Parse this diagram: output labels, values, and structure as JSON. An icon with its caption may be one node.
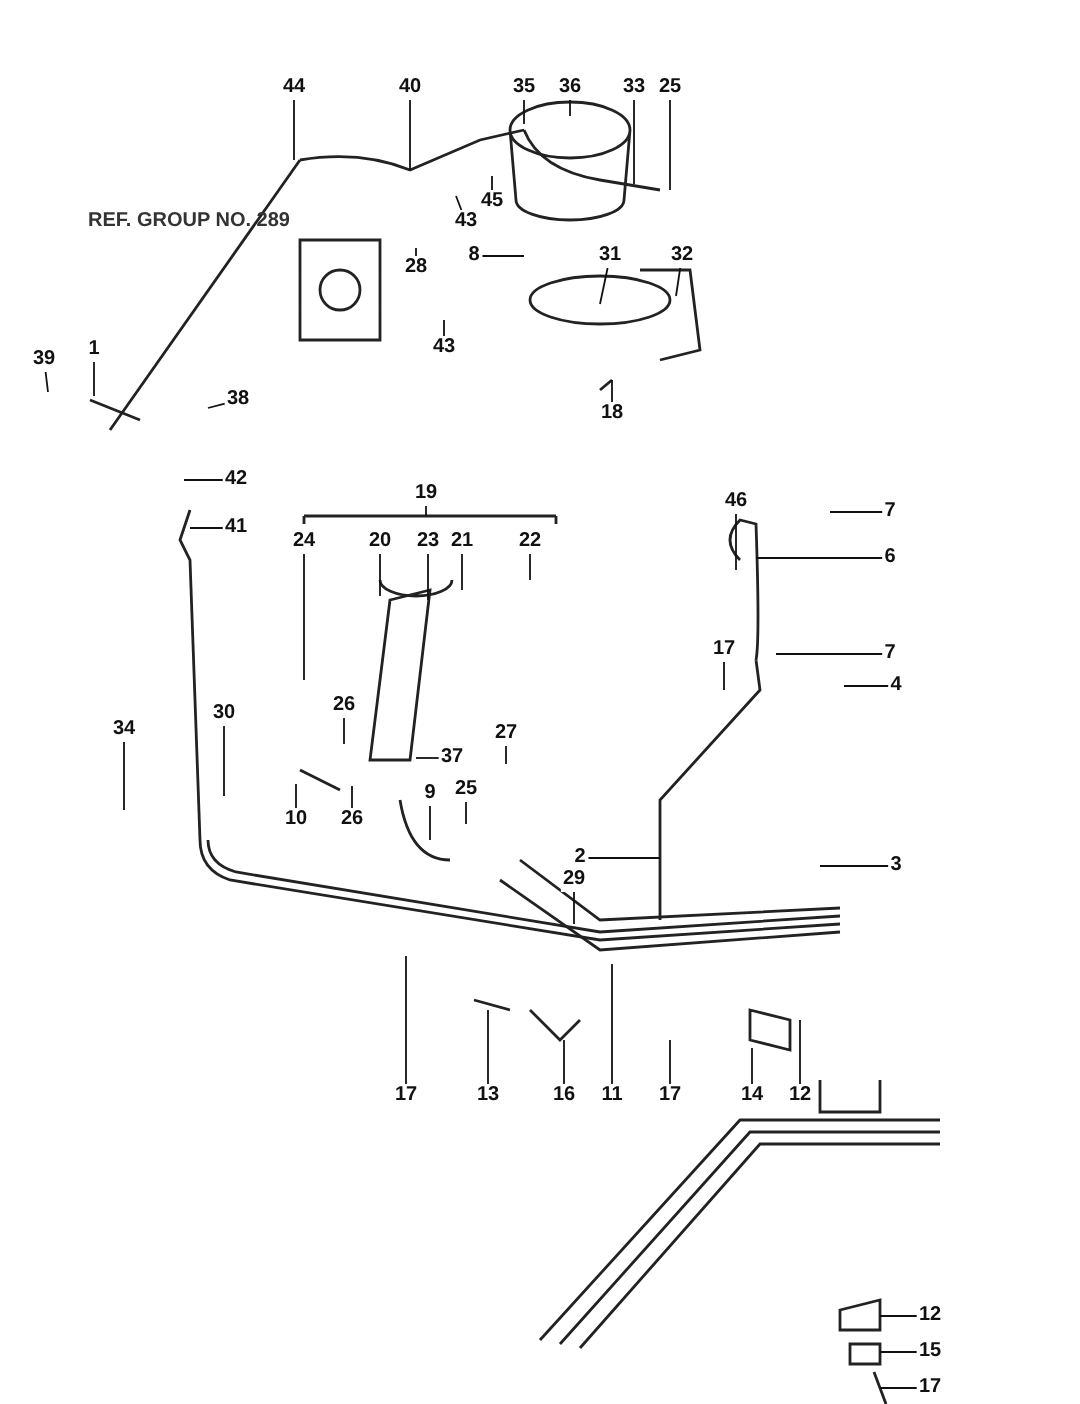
{
  "diagram": {
    "nodes": [
      {
        "text": [
          "44"
        ]
      },
      {
        "text": [
          "40"
        ]
      },
      {
        "text": [
          "35"
        ]
      },
      {
        "text": [
          "36"
        ]
      },
      {
        "text": [
          "33"
        ]
      },
      {
        "text": [
          "25"
        ]
      },
      {
        "text": [
          "45"
        ]
      },
      {
        "text": [
          "43"
        ]
      },
      {
        "text": [
          "28"
        ]
      },
      {
        "text": [
          "8"
        ]
      },
      {
        "text": [
          "31"
        ]
      },
      {
        "text": [
          "32"
        ]
      },
      {
        "text": [
          "43"
        ]
      },
      {
        "text": [
          "39"
        ]
      },
      {
        "text": [
          "1"
        ]
      },
      {
        "text": [
          "38"
        ]
      },
      {
        "text": [
          "18"
        ]
      },
      {
        "text": [
          "42"
        ]
      },
      {
        "text": [
          "19"
        ]
      },
      {
        "text": [
          "41"
        ]
      },
      {
        "text": [
          "24"
        ]
      },
      {
        "text": [
          "20"
        ]
      },
      {
        "text": [
          "23"
        ]
      },
      {
        "text": [
          "21"
        ]
      },
      {
        "text": [
          "22"
        ]
      },
      {
        "text": [
          "46"
        ]
      },
      {
        "text": [
          "7"
        ]
      },
      {
        "text": [
          "6"
        ]
      },
      {
        "text": [
          "17"
        ]
      },
      {
        "text": [
          "7"
        ]
      },
      {
        "text": [
          "4"
        ]
      },
      {
        "text": [
          "26"
        ]
      },
      {
        "text": [
          "30"
        ]
      },
      {
        "text": [
          "34"
        ]
      },
      {
        "text": [
          "27"
        ]
      },
      {
        "text": [
          "37"
        ]
      },
      {
        "text": [
          "25"
        ]
      },
      {
        "text": [
          "9"
        ]
      },
      {
        "text": [
          "10"
        ]
      },
      {
        "text": [
          "26"
        ]
      },
      {
        "text": [
          "2"
        ]
      },
      {
        "text": [
          "3"
        ]
      },
      {
        "text": [
          "29"
        ]
      },
      {
        "text": [
          "17"
        ]
      },
      {
        "text": [
          "13"
        ]
      },
      {
        "text": [
          "16"
        ]
      },
      {
        "text": [
          "11"
        ]
      },
      {
        "text": [
          "17"
        ]
      },
      {
        "text": [
          "14"
        ]
      },
      {
        "text": [
          "12"
        ]
      },
      {
        "text": [
          "12"
        ]
      },
      {
        "text": [
          "15"
        ]
      },
      {
        "text": [
          "17"
        ]
      }
    ],
    "edges": [
      {
        "from": 0,
        "to": null,
        "arrow": "none"
      },
      {
        "from": 1,
        "to": null,
        "arrow": "none"
      },
      {
        "from": 2,
        "to": null,
        "arrow": "none"
      },
      {
        "from": 3,
        "to": null,
        "arrow": "none"
      },
      {
        "from": 4,
        "to": null,
        "arrow": "none"
      },
      {
        "from": 5,
        "to": null,
        "arrow": "none"
      },
      {
        "from": 6,
        "to": null,
        "arrow": "none"
      },
      {
        "from": 7,
        "to": null,
        "arrow": "none"
      },
      {
        "from": 8,
        "to": null,
        "arrow": "none"
      },
      {
        "from": 9,
        "to": null,
        "arrow": "none"
      },
      {
        "from": 10,
        "to": null,
        "arrow": "none"
      },
      {
        "from": 11,
        "to": null,
        "arrow": "none"
      },
      {
        "from": 12,
        "to": null,
        "arrow": "none"
      },
      {
        "from": 13,
        "to": null,
        "arrow": "none"
      },
      {
        "from": 14,
        "to": null,
        "arrow": "none"
      },
      {
        "from": 15,
        "to": null,
        "arrow": "none"
      },
      {
        "from": 16,
        "to": null,
        "arrow": "none"
      },
      {
        "from": 17,
        "to": null,
        "arrow": "none"
      },
      {
        "from": 18,
        "to": null,
        "arrow": "none"
      },
      {
        "from": 19,
        "to": null,
        "arrow": "none"
      },
      {
        "from": 20,
        "to": null,
        "arrow": "none"
      },
      {
        "from": 21,
        "to": null,
        "arrow": "none"
      },
      {
        "from": 22,
        "to": null,
        "arrow": "none"
      },
      {
        "from": 23,
        "to": null,
        "arrow": "none"
      },
      {
        "from": 24,
        "to": null,
        "arrow": "none"
      },
      {
        "from": 25,
        "to": null,
        "arrow": "none"
      },
      {
        "from": 26,
        "to": null,
        "arrow": "none"
      },
      {
        "from": 27,
        "to": null,
        "arrow": "none"
      },
      {
        "from": 28,
        "to": null,
        "arrow": "none"
      },
      {
        "from": 29,
        "to": null,
        "arrow": "none"
      },
      {
        "from": 30,
        "to": null,
        "arrow": "none"
      },
      {
        "from": 31,
        "to": null,
        "arrow": "none"
      },
      {
        "from": 32,
        "to": null,
        "arrow": "none"
      },
      {
        "from": 33,
        "to": null,
        "arrow": "none"
      },
      {
        "from": 34,
        "to": null,
        "arrow": "none"
      },
      {
        "from": 35,
        "to": null,
        "arrow": "none"
      },
      {
        "from": 36,
        "to": null,
        "arrow": "none"
      },
      {
        "from": 37,
        "to": null,
        "arrow": "none"
      },
      {
        "from": 38,
        "to": null,
        "arrow": "none"
      },
      {
        "from": 39,
        "to": null,
        "arrow": "none"
      },
      {
        "from": 40,
        "to": null,
        "arrow": "none"
      },
      {
        "from": 41,
        "to": null,
        "arrow": "none"
      },
      {
        "from": 42,
        "to": null,
        "arrow": "none"
      },
      {
        "from": 43,
        "to": null,
        "arrow": "none"
      },
      {
        "from": 44,
        "to": null,
        "arrow": "none"
      },
      {
        "from": 45,
        "to": null,
        "arrow": "none"
      },
      {
        "from": 46,
        "to": null,
        "arrow": "none"
      },
      {
        "from": 47,
        "to": null,
        "arrow": "none"
      },
      {
        "from": 48,
        "to": null,
        "arrow": "none"
      },
      {
        "from": 49,
        "to": null,
        "arrow": "none"
      },
      {
        "from": 50,
        "to": null,
        "arrow": "none"
      },
      {
        "from": 51,
        "to": null,
        "arrow": "none"
      },
      {
        "from": 52,
        "to": null,
        "arrow": "none"
      }
    ],
    "labels": [
      "REF. GROUP NO. 289"
    ]
  }
}
